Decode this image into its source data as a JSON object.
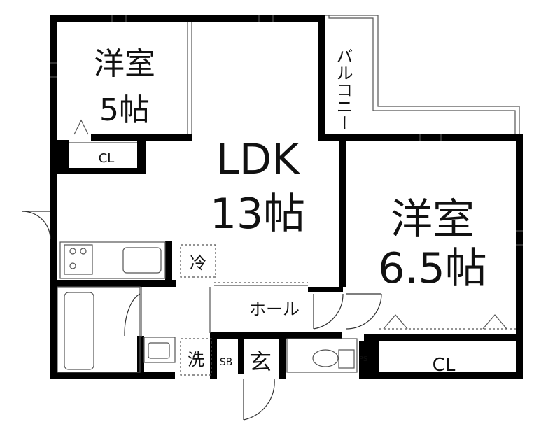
{
  "rooms": {
    "western_small": {
      "name": "洋室",
      "size": "5帖"
    },
    "ldk": {
      "name": "LDK",
      "size": "13帖"
    },
    "western_large": {
      "name": "洋室",
      "size": "6.5帖"
    }
  },
  "labels": {
    "closet_small": "CL",
    "closet_large": "CL",
    "balcony": "バルコニー",
    "hall": "ホール",
    "fridge": "冷",
    "washer": "洗",
    "shoe_box": "SB",
    "entrance": "玄",
    "pipe_space": "PS"
  },
  "colors": {
    "wall": "#000000",
    "line": "#555555",
    "background": "#ffffff"
  }
}
